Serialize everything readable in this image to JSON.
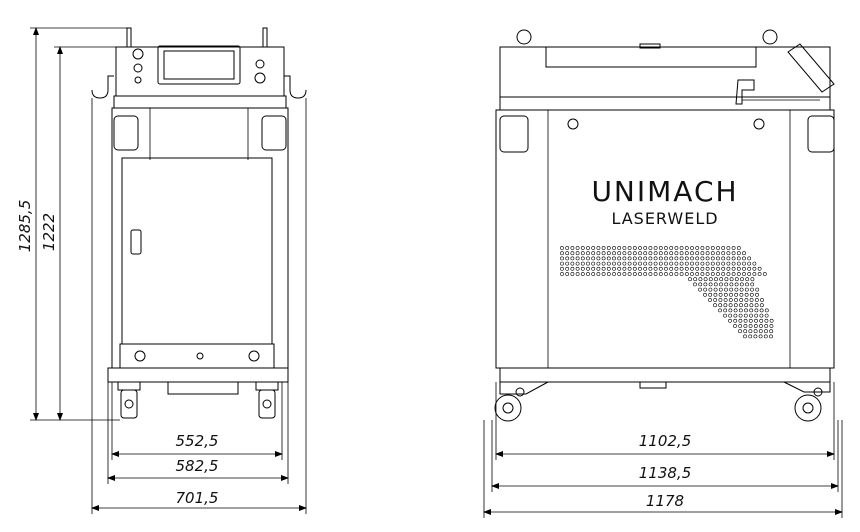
{
  "brand": {
    "name": "UNIMACH",
    "subname": "LASERWELD"
  },
  "front_view": {
    "dims": {
      "overall_height": "1285,5",
      "body_height": "1222",
      "inner_width": "552,5",
      "frame_width": "582,5",
      "overall_width": "701,5"
    }
  },
  "side_view": {
    "dims": {
      "inner_width": "1102,5",
      "frame_width": "1138,5",
      "overall_width": "1178"
    }
  },
  "colors": {
    "line": "#000000",
    "panel": "#f2f2f2",
    "background": "#ffffff"
  }
}
